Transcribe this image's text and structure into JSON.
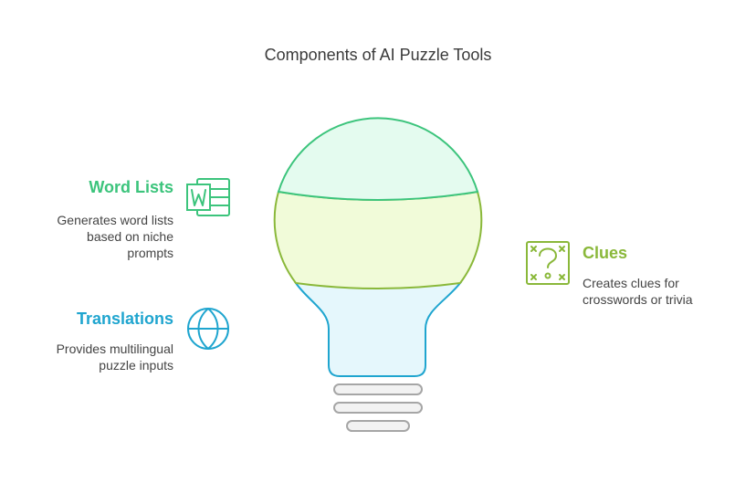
{
  "title": "Components of AI Puzzle Tools",
  "components": {
    "word_lists": {
      "heading": "Word Lists",
      "desc_lines": [
        "Generates word lists",
        "based on niche",
        "prompts"
      ],
      "icon": "word-document-icon",
      "color": "#3cc47c"
    },
    "translations": {
      "heading": "Translations",
      "desc_lines": [
        "Provides multilingual",
        "puzzle inputs"
      ],
      "icon": "globe-icon",
      "color": "#1fa5cf"
    },
    "clues": {
      "heading": "Clues",
      "desc_lines": [
        "Creates clues for",
        "crosswords or trivia"
      ],
      "icon": "question-box-icon",
      "color": "#8ab83a"
    }
  },
  "bulb": {
    "top_fill": "#e4fbef",
    "top_stroke": "#3cc47c",
    "middle_fill": "#f1fbd9",
    "middle_stroke": "#8ab83a",
    "bottom_fill": "#e5f7fc",
    "bottom_stroke": "#1fa5cf",
    "base_fill": "#f2f2f2",
    "base_stroke": "#a6a6a6"
  }
}
